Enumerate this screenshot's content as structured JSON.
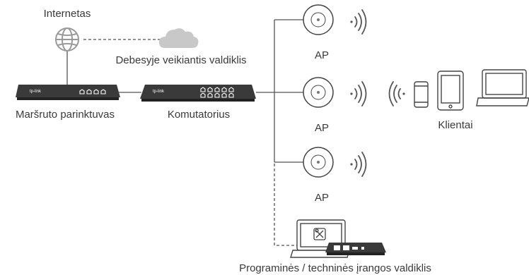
{
  "labels": {
    "internet": "Internetas",
    "cloud_controller": "Debesyje veikiantis valdiklis",
    "router": "Maršruto parinktuvas",
    "switch": "Komutatorius",
    "ap_top": "AP",
    "ap_middle": "AP",
    "ap_bottom": "AP",
    "clients": "Klientai",
    "software_controller": "Programinės / techninės įrangos valdiklis"
  },
  "brand_logo_text": "tp-link",
  "icons": {
    "internet": "globe-icon",
    "cloud": "cloud-icon",
    "router": "router-icon",
    "switch": "switch-icon",
    "access_point": "access-point-icon",
    "wifi_signal": "wifi-signal-icon",
    "phone": "phone-icon",
    "tablet": "tablet-icon",
    "laptop": "laptop-icon",
    "hardware_controller": "hardware-controller-icon"
  },
  "colors": {
    "line": "#555555",
    "device_dark": "#3a3a3a",
    "icon_gray": "#9a9a9a",
    "cloud_gray": "#c8c8c8",
    "text": "#3a3a3a"
  }
}
